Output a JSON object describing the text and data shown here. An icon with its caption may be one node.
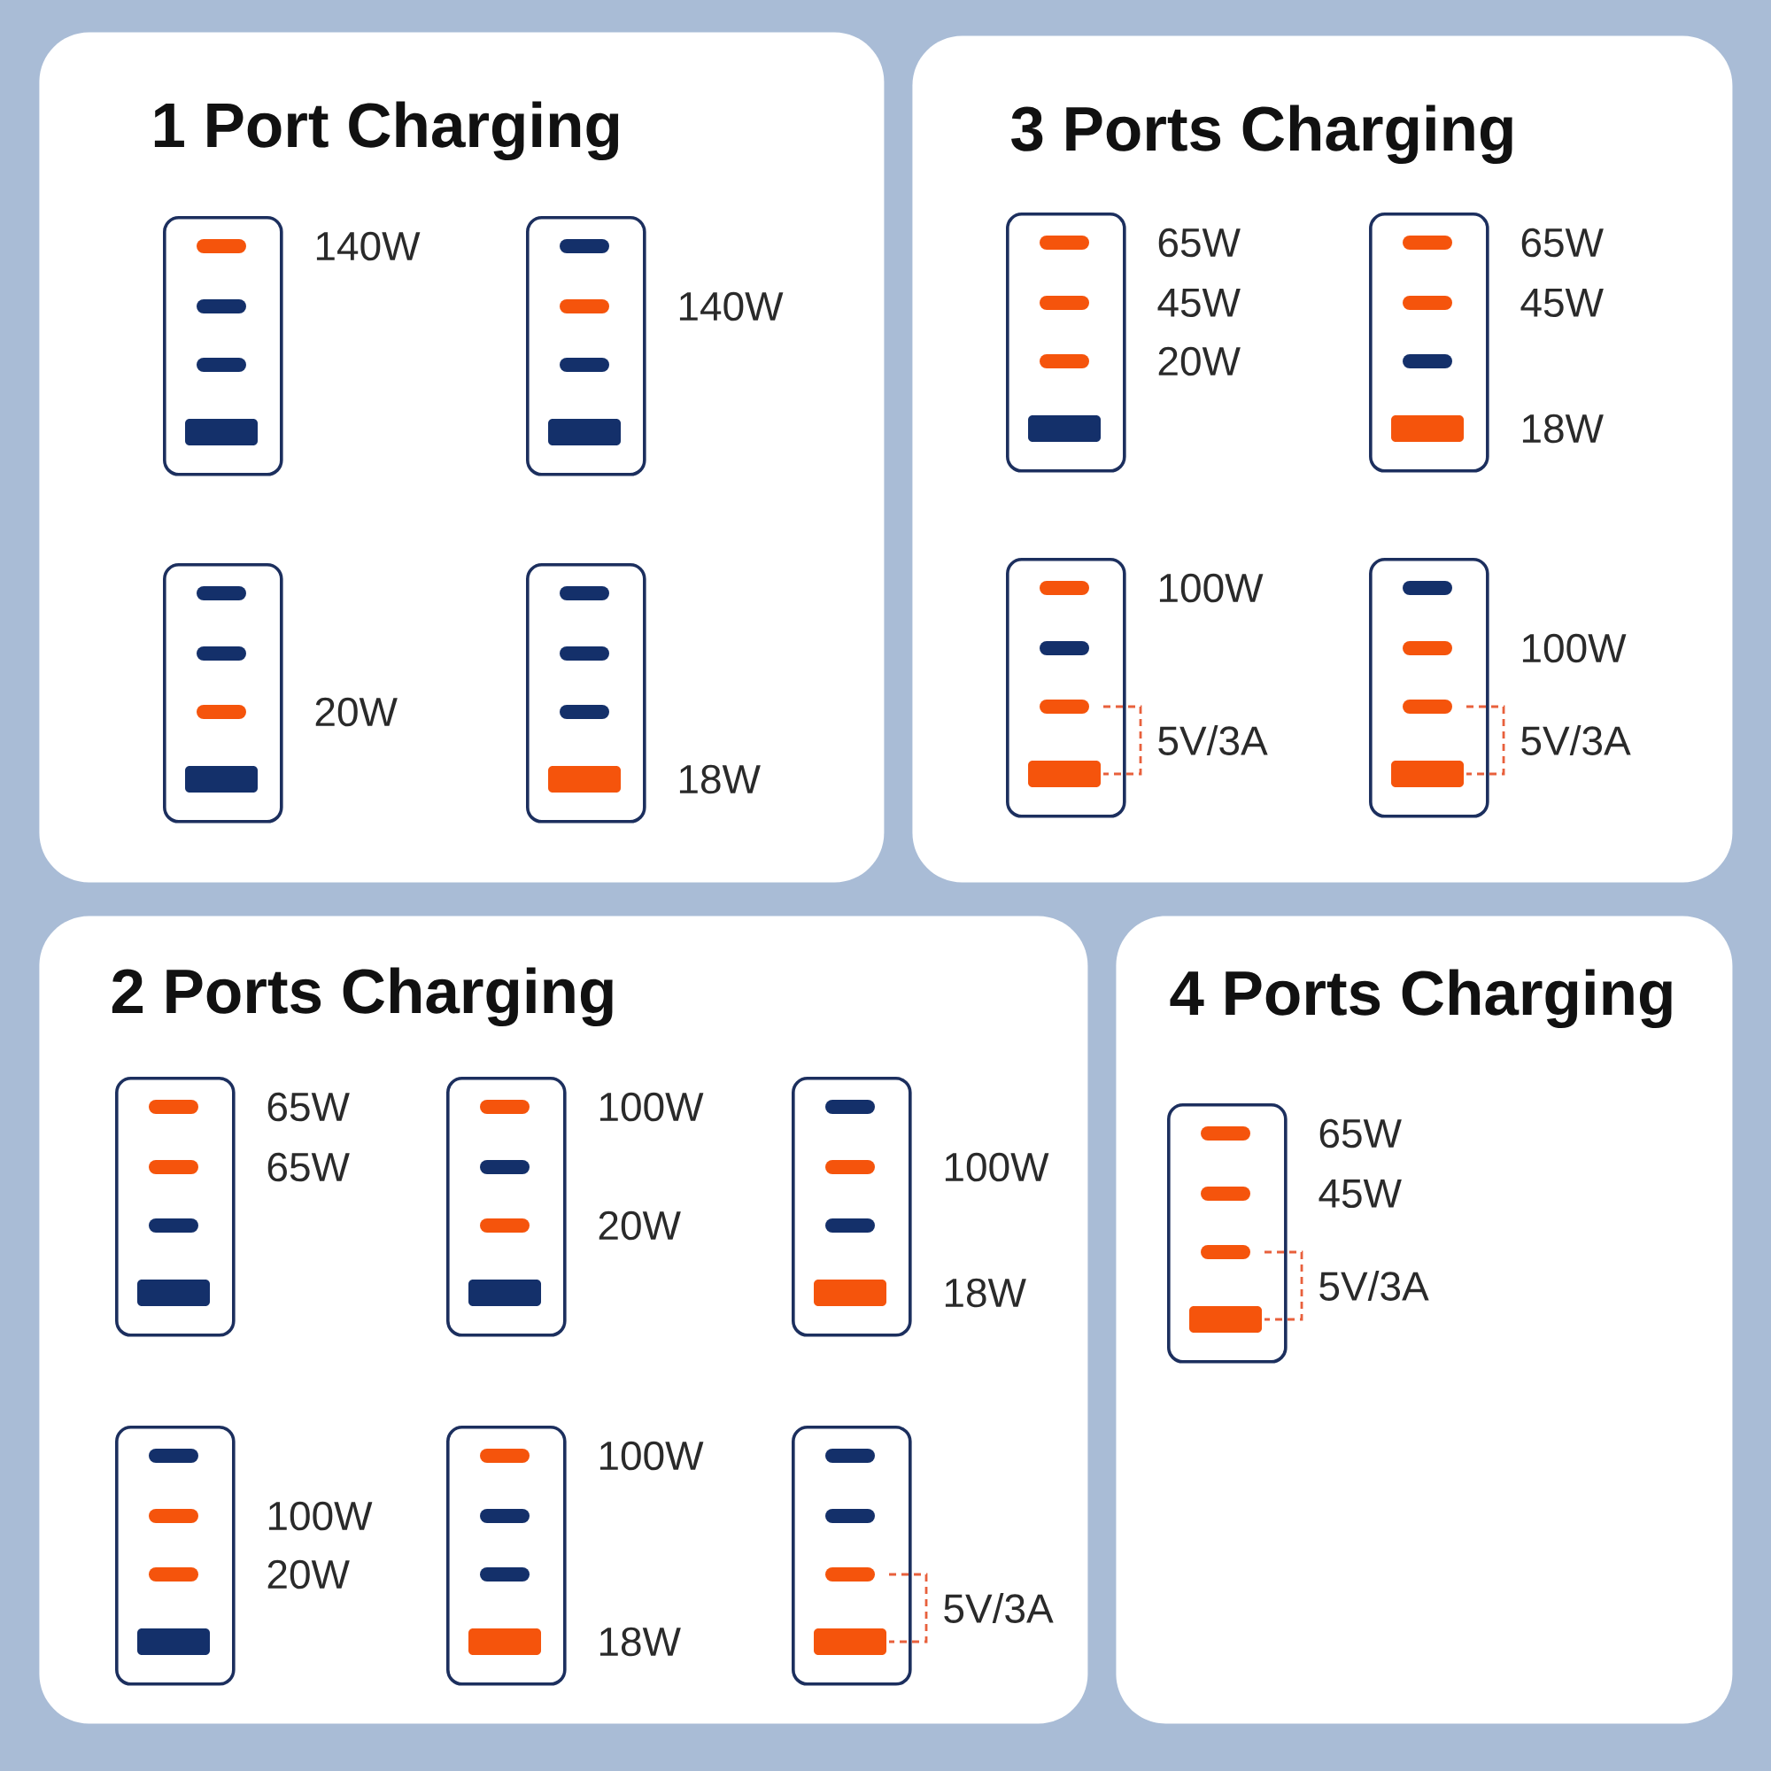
{
  "diagram": {
    "nodes": [
      {
        "text": [
          "1 Port Charging"
        ]
      },
      {
        "text": [],
        "shape": "box",
        "in": 0,
        "beside": [
          "140W"
        ]
      },
      {
        "text": [],
        "shape": "box",
        "in": 0,
        "beside": [
          "140W"
        ]
      },
      {
        "text": [],
        "shape": "box",
        "in": 0,
        "beside": [
          "20W"
        ]
      },
      {
        "text": [],
        "shape": "box",
        "in": 0,
        "beside": [
          "18W"
        ]
      },
      {
        "text": [
          "3 Ports Charging"
        ]
      },
      {
        "text": [],
        "shape": "box",
        "in": 5,
        "beside": [
          "65W",
          "45W",
          "20W"
        ]
      },
      {
        "text": [],
        "shape": "box",
        "in": 5,
        "beside": [
          "65W",
          "45W",
          "18W"
        ]
      },
      {
        "text": [],
        "shape": "box",
        "in": 5,
        "beside": [
          "100W",
          "5V/3A"
        ]
      },
      {
        "text": [],
        "shape": "box",
        "in": 5,
        "beside": [
          "100W",
          "5V/3A"
        ]
      },
      {
        "text": [
          "2 Ports Charging"
        ]
      },
      {
        "text": [],
        "shape": "box",
        "in": 10,
        "beside": [
          "65W",
          "65W"
        ]
      },
      {
        "text": [],
        "shape": "box",
        "in": 10,
        "beside": [
          "100W",
          "20W"
        ]
      },
      {
        "text": [],
        "shape": "box",
        "in": 10,
        "beside": [
          "100W",
          "18W"
        ]
      },
      {
        "text": [],
        "shape": "box",
        "in": 10,
        "beside": [
          "100W",
          "20W"
        ]
      },
      {
        "text": [],
        "shape": "box",
        "in": 10,
        "beside": [
          "100W",
          "18W"
        ]
      },
      {
        "text": [],
        "shape": "box",
        "in": 10,
        "beside": [
          "5V/3A"
        ]
      },
      {
        "text": [
          "4 Ports Charging"
        ]
      },
      {
        "text": [],
        "shape": "box",
        "in": 17,
        "beside": [
          "65W",
          "45W",
          "5V/3A"
        ]
      }
    ]
  }
}
